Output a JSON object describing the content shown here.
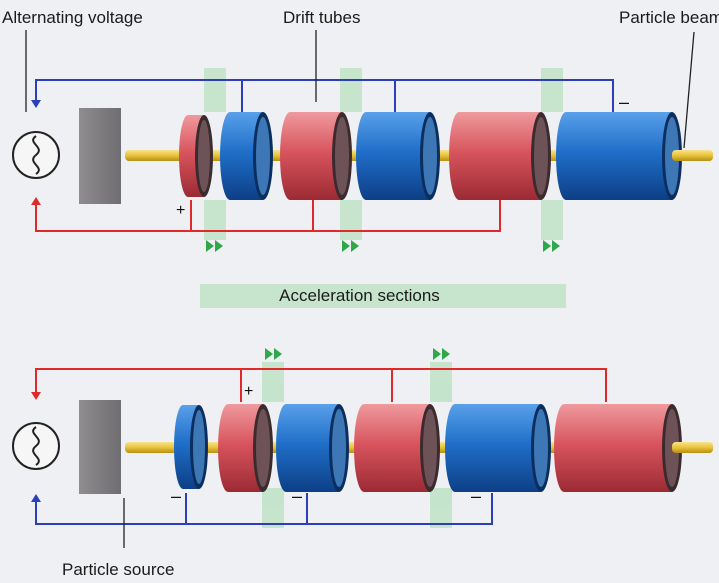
{
  "labels": {
    "alternating_voltage": "Alternating voltage",
    "drift_tubes": "Drift tubes",
    "particle_beam": "Particle beam",
    "acceleration_sections": "Acceleration sections",
    "particle_source": "Particle source"
  },
  "signs": {
    "plus": "+",
    "minus": "–"
  },
  "colors": {
    "background": "#eef0f3",
    "red_tube": "#d8555e",
    "blue_tube": "#1f6fc9",
    "beam": "#e8c33c",
    "red_wire": "#e02a2a",
    "blue_wire": "#2a3fb8",
    "gap_highlight": "#bfe3c6",
    "arrow_green": "#2ea84a",
    "source_block": "#8c8a8c"
  },
  "icons": {
    "ac_source": "alternating-current-icon",
    "forward_arrows": "double-chevron-right-icon"
  }
}
